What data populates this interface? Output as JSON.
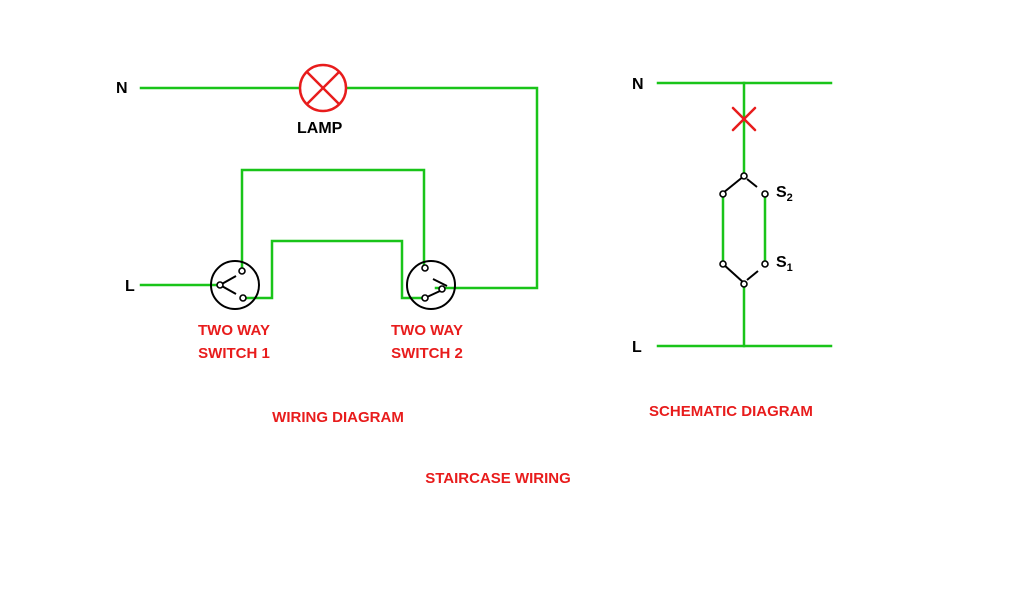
{
  "colors": {
    "wire": "#19c419",
    "lamp": "#e81c1c",
    "captions": "#e81c1c",
    "symbols": "#000000"
  },
  "wiring_diagram": {
    "neutral_label": "N",
    "live_label": "L",
    "lamp_label": "LAMP",
    "switch_1": {
      "line_1": "TWO WAY",
      "line_2": "SWITCH 1"
    },
    "switch_2": {
      "line_1": "TWO WAY",
      "line_2": "SWITCH 2"
    },
    "caption": "WIRING DIAGRAM"
  },
  "schematic_diagram": {
    "neutral_label": "N",
    "live_label": "L",
    "switch_top": {
      "letter": "S",
      "index": "2"
    },
    "switch_bottom": {
      "letter": "S",
      "index": "1"
    },
    "caption": "SCHEMATIC DIAGRAM"
  },
  "title": "STAIRCASE WIRING"
}
